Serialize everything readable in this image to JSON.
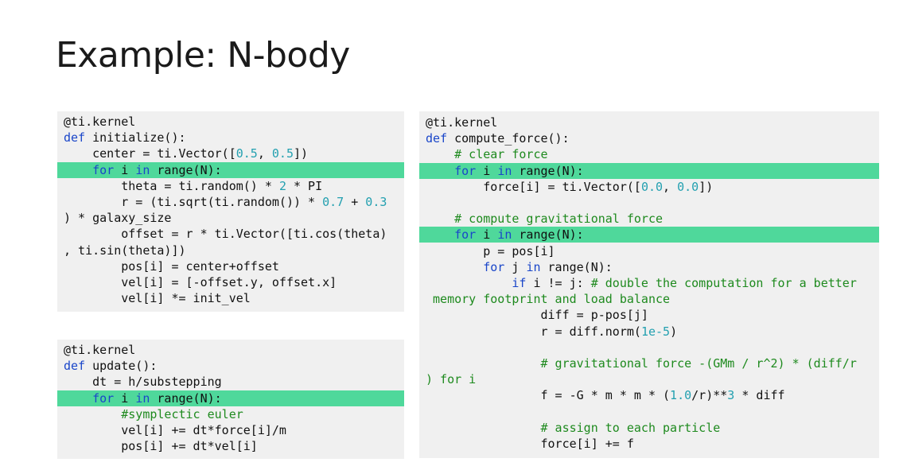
{
  "slide": {
    "title": "Example: N-body"
  },
  "colors": {
    "highlight": "#4fd89b",
    "keyword": "#1a46c9",
    "number": "#23a0b0",
    "comment": "#1e8a1e",
    "panel_bg": "#f0f0f0"
  },
  "panels": [
    {
      "name": "initialize-code",
      "lines": [
        {
          "hl": false,
          "tokens": [
            [
              "plain",
              "@ti.kernel"
            ]
          ]
        },
        {
          "hl": false,
          "tokens": [
            [
              "kw",
              "def"
            ],
            [
              "plain",
              " initialize():"
            ]
          ]
        },
        {
          "hl": false,
          "tokens": [
            [
              "plain",
              "    center = ti.Vector(["
            ],
            [
              "num",
              "0.5"
            ],
            [
              "plain",
              ", "
            ],
            [
              "num",
              "0.5"
            ],
            [
              "plain",
              "])"
            ]
          ]
        },
        {
          "hl": true,
          "tokens": [
            [
              "plain",
              "    "
            ],
            [
              "kw",
              "for"
            ],
            [
              "plain",
              " i "
            ],
            [
              "kw",
              "in"
            ],
            [
              "plain",
              " range(N):"
            ]
          ]
        },
        {
          "hl": false,
          "tokens": [
            [
              "plain",
              "        theta = ti.random() * "
            ],
            [
              "num",
              "2"
            ],
            [
              "plain",
              " * PI"
            ]
          ]
        },
        {
          "hl": false,
          "tokens": [
            [
              "plain",
              "        r = (ti.sqrt(ti.random()) * "
            ],
            [
              "num",
              "0.7"
            ],
            [
              "plain",
              " + "
            ],
            [
              "num",
              "0.3"
            ]
          ]
        },
        {
          "hl": false,
          "tokens": [
            [
              "plain",
              ") * galaxy_size"
            ]
          ]
        },
        {
          "hl": false,
          "tokens": [
            [
              "plain",
              "        offset = r * ti.Vector([ti.cos(theta)"
            ]
          ]
        },
        {
          "hl": false,
          "tokens": [
            [
              "plain",
              ", ti.sin(theta)])"
            ]
          ]
        },
        {
          "hl": false,
          "tokens": [
            [
              "plain",
              "        pos[i] = center+offset"
            ]
          ]
        },
        {
          "hl": false,
          "tokens": [
            [
              "plain",
              "        vel[i] = [-offset.y, offset.x]"
            ]
          ]
        },
        {
          "hl": false,
          "tokens": [
            [
              "plain",
              "        vel[i] *= init_vel"
            ]
          ]
        }
      ]
    },
    {
      "name": "update-code",
      "lines": [
        {
          "hl": false,
          "tokens": [
            [
              "plain",
              "@ti.kernel"
            ]
          ]
        },
        {
          "hl": false,
          "tokens": [
            [
              "kw",
              "def"
            ],
            [
              "plain",
              " update():"
            ]
          ]
        },
        {
          "hl": false,
          "tokens": [
            [
              "plain",
              "    dt = h/substepping"
            ]
          ]
        },
        {
          "hl": true,
          "tokens": [
            [
              "plain",
              "    "
            ],
            [
              "kw",
              "for"
            ],
            [
              "plain",
              " i "
            ],
            [
              "kw",
              "in"
            ],
            [
              "plain",
              " range(N):"
            ]
          ]
        },
        {
          "hl": false,
          "tokens": [
            [
              "cm",
              "        #symplectic euler"
            ]
          ]
        },
        {
          "hl": false,
          "tokens": [
            [
              "plain",
              "        vel[i] += dt*force[i]/m"
            ]
          ]
        },
        {
          "hl": false,
          "tokens": [
            [
              "plain",
              "        pos[i] += dt*vel[i]"
            ]
          ]
        }
      ]
    },
    {
      "name": "compute-force-code",
      "lines": [
        {
          "hl": false,
          "tokens": [
            [
              "plain",
              "@ti.kernel"
            ]
          ]
        },
        {
          "hl": false,
          "tokens": [
            [
              "kw",
              "def"
            ],
            [
              "plain",
              " compute_force():"
            ]
          ]
        },
        {
          "hl": false,
          "tokens": [
            [
              "cm",
              "    # clear force"
            ]
          ]
        },
        {
          "hl": true,
          "tokens": [
            [
              "plain",
              "    "
            ],
            [
              "kw",
              "for"
            ],
            [
              "plain",
              " i "
            ],
            [
              "kw",
              "in"
            ],
            [
              "plain",
              " range(N):"
            ]
          ]
        },
        {
          "hl": false,
          "tokens": [
            [
              "plain",
              "        force[i] = ti.Vector(["
            ],
            [
              "num",
              "0.0"
            ],
            [
              "plain",
              ", "
            ],
            [
              "num",
              "0.0"
            ],
            [
              "plain",
              "])"
            ]
          ]
        },
        {
          "hl": false,
          "tokens": [
            [
              "plain",
              ""
            ]
          ]
        },
        {
          "hl": false,
          "tokens": [
            [
              "cm",
              "    # compute gravitational force"
            ]
          ]
        },
        {
          "hl": true,
          "tokens": [
            [
              "plain",
              "    "
            ],
            [
              "kw",
              "for"
            ],
            [
              "plain",
              " i "
            ],
            [
              "kw",
              "in"
            ],
            [
              "plain",
              " range(N):"
            ]
          ]
        },
        {
          "hl": false,
          "tokens": [
            [
              "plain",
              "        p = pos[i]"
            ]
          ]
        },
        {
          "hl": false,
          "tokens": [
            [
              "plain",
              "        "
            ],
            [
              "kw",
              "for"
            ],
            [
              "plain",
              " j "
            ],
            [
              "kw",
              "in"
            ],
            [
              "plain",
              " range(N):"
            ]
          ]
        },
        {
          "hl": false,
          "tokens": [
            [
              "plain",
              "            "
            ],
            [
              "kw",
              "if"
            ],
            [
              "plain",
              " i != j: "
            ],
            [
              "cm",
              "# double the computation for a better"
            ]
          ]
        },
        {
          "hl": false,
          "tokens": [
            [
              "cm",
              " memory footprint and load balance"
            ]
          ]
        },
        {
          "hl": false,
          "tokens": [
            [
              "plain",
              "                diff = p-pos[j]"
            ]
          ]
        },
        {
          "hl": false,
          "tokens": [
            [
              "plain",
              "                r = diff.norm("
            ],
            [
              "num",
              "1e-5"
            ],
            [
              "plain",
              ")"
            ]
          ]
        },
        {
          "hl": false,
          "tokens": [
            [
              "plain",
              ""
            ]
          ]
        },
        {
          "hl": false,
          "tokens": [
            [
              "cm",
              "                # gravitational force -(GMm / r^2) * (diff/r"
            ]
          ]
        },
        {
          "hl": false,
          "tokens": [
            [
              "cm",
              ") for i"
            ]
          ]
        },
        {
          "hl": false,
          "tokens": [
            [
              "plain",
              "                f = -G * m * m * ("
            ],
            [
              "num",
              "1.0"
            ],
            [
              "plain",
              "/r)**"
            ],
            [
              "num",
              "3"
            ],
            [
              "plain",
              " * diff"
            ]
          ]
        },
        {
          "hl": false,
          "tokens": [
            [
              "plain",
              ""
            ]
          ]
        },
        {
          "hl": false,
          "tokens": [
            [
              "cm",
              "                # assign to each particle"
            ]
          ]
        },
        {
          "hl": false,
          "tokens": [
            [
              "plain",
              "                force[i] += f"
            ]
          ]
        }
      ]
    }
  ]
}
